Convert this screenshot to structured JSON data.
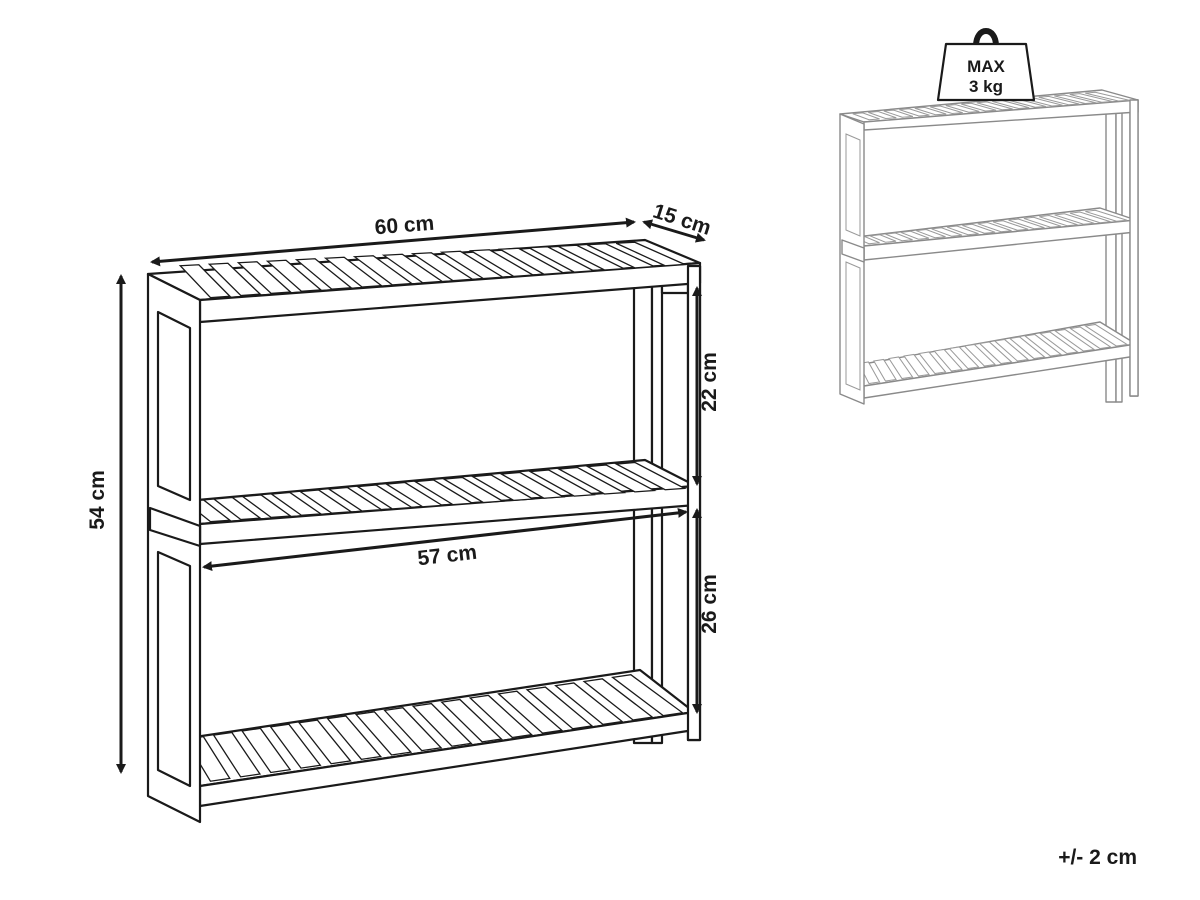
{
  "dimensions": {
    "width": "60 cm",
    "depth": "15 cm",
    "height": "54 cm",
    "inner_width": "57 cm",
    "upper_gap": "22 cm",
    "lower_gap": "26 cm"
  },
  "weight_badge": {
    "line1": "MAX",
    "line2": "3 kg"
  },
  "tolerance": "+/- 2 cm"
}
